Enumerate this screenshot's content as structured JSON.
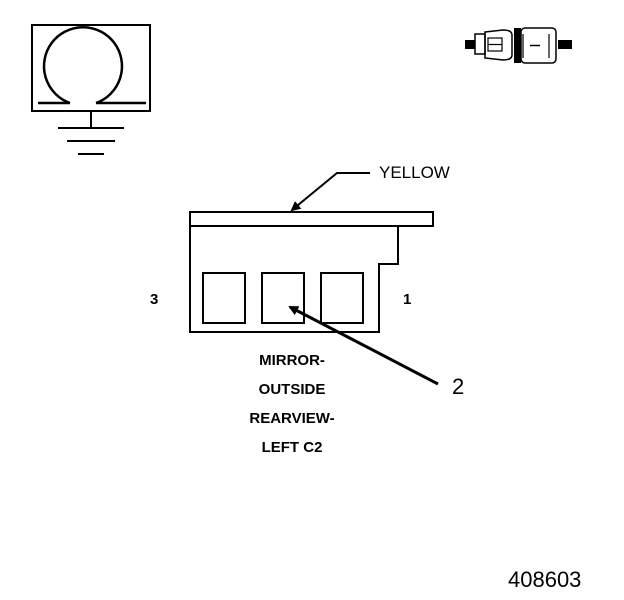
{
  "diagram": {
    "color_label": "YELLOW",
    "pin_left": "3",
    "pin_right": "1",
    "callout": "2",
    "connector_name_lines": [
      "MIRROR-",
      "OUTSIDE",
      "REARVIEW-",
      "LEFT C2"
    ],
    "figure_number": "408603"
  },
  "icons": [
    "motor-symbol-icon",
    "ground-symbol-icon",
    "inline-connector-icon"
  ],
  "colors": {
    "ink": "#000000",
    "background": "#ffffff"
  }
}
